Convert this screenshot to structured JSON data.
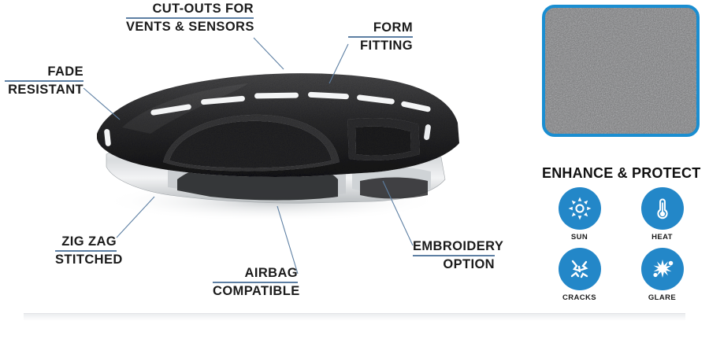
{
  "callouts": [
    {
      "id": "cut-outs",
      "line1": "CUT-OUTS FOR",
      "line2": "VENTS & SENSORS"
    },
    {
      "id": "form-fitting",
      "line1": "FORM",
      "line2": "FITTING"
    },
    {
      "id": "fade-resistant",
      "line1": "FADE",
      "line2": "RESISTANT"
    },
    {
      "id": "zig-zag",
      "line1": "ZIG ZAG",
      "line2": "STITCHED"
    },
    {
      "id": "airbag",
      "line1": "AIRBAG",
      "line2": "COMPATIBLE"
    },
    {
      "id": "embroidery",
      "line1": "EMBROIDERY",
      "line2": "OPTION"
    }
  ],
  "right_panel": {
    "swatch": {
      "name": "carpet-fabric-swatch",
      "fabric_color": "#6f6f6f",
      "border_color": "#1a8ed1"
    },
    "protect_title": "ENHANCE & PROTECT",
    "icons": [
      {
        "id": "sun",
        "label": "SUN",
        "glyph": "sun-icon"
      },
      {
        "id": "heat",
        "label": "HEAT",
        "glyph": "thermometer-icon"
      },
      {
        "id": "cracks",
        "label": "CRACKS",
        "glyph": "cracks-icon"
      },
      {
        "id": "glare",
        "label": "GLARE",
        "glyph": "glare-icon"
      }
    ],
    "icon_color": "#2387c8"
  },
  "style": {
    "leader_color": "#5d7fa3",
    "text_color": "#1b1b1b"
  }
}
